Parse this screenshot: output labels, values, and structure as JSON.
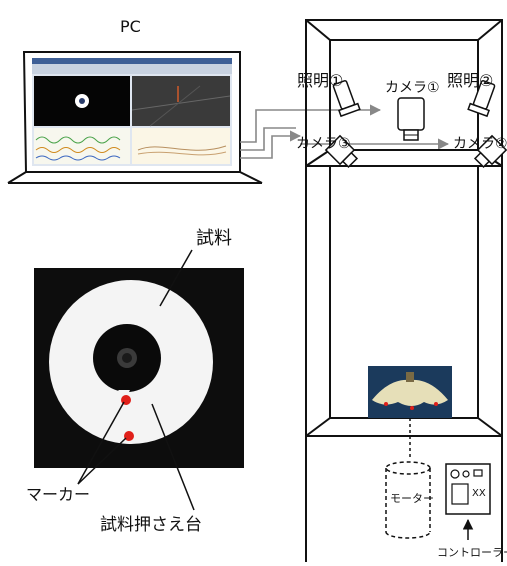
{
  "labels": {
    "pc": "PC",
    "light1": "照明①",
    "light2": "照明②",
    "camera1": "カメラ①",
    "camera2": "カメラ②",
    "camera3": "カメラ③",
    "sample": "試料",
    "marker": "マーカー",
    "sample_holder": "試料押さえ台",
    "motor": "モーター",
    "controller": "コントローラー"
  },
  "colors": {
    "line": "#111111",
    "arrow": "#888888",
    "marker_red": "#e0201a",
    "sample_panel_bg": "#0d0d0d",
    "sample_disc": "#f4f4f4"
  },
  "icons": {
    "pc": "laptop-icon",
    "light": "spotlight-icon",
    "camera": "camera-icon",
    "motor": "motor-cylinder-icon",
    "controller": "controller-box-icon"
  }
}
